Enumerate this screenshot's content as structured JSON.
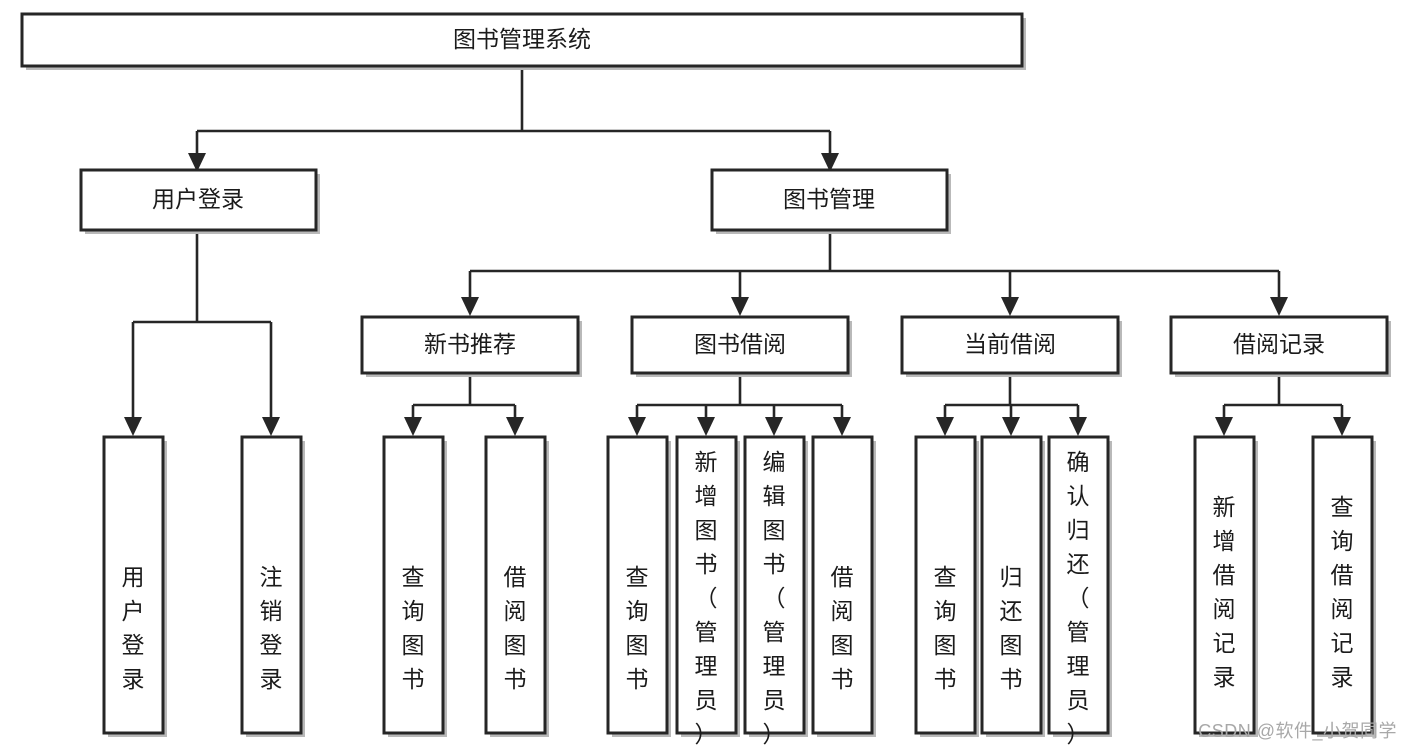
{
  "diagram": {
    "type": "tree-hierarchy",
    "title": "图书管理系统",
    "watermark": "CSDN @软件_小贺同学",
    "colors": {
      "stroke": "#262626",
      "fill": "#ffffff",
      "shadow": "#b9b9b9",
      "text": "#1b1b1b",
      "watermark": "#a8a8a8"
    },
    "nodes": {
      "root": {
        "label": "图书管理系统",
        "level": 0,
        "orientation": "horizontal"
      },
      "user_login": {
        "label": "用户登录",
        "level": 1,
        "orientation": "horizontal"
      },
      "book_manage": {
        "label": "图书管理",
        "level": 1,
        "orientation": "horizontal"
      },
      "new_book_rec": {
        "label": "新书推荐",
        "level": 2,
        "orientation": "horizontal"
      },
      "book_borrow": {
        "label": "图书借阅",
        "level": 2,
        "orientation": "horizontal"
      },
      "current_borrow": {
        "label": "当前借阅",
        "level": 2,
        "orientation": "horizontal"
      },
      "borrow_record": {
        "label": "借阅记录",
        "level": 2,
        "orientation": "horizontal"
      },
      "leaf_user_login": {
        "label": "用户登录",
        "level": 3,
        "orientation": "vertical"
      },
      "leaf_logout": {
        "label": "注销登录",
        "level": 3,
        "orientation": "vertical"
      },
      "leaf_query_book_1": {
        "label": "查询图书",
        "level": 3,
        "orientation": "vertical"
      },
      "leaf_borrow_book_1": {
        "label": "借阅图书",
        "level": 3,
        "orientation": "vertical"
      },
      "leaf_query_book_2": {
        "label": "查询图书",
        "level": 3,
        "orientation": "vertical"
      },
      "leaf_add_book": {
        "label": "新增图书（管理员）",
        "level": 3,
        "orientation": "vertical"
      },
      "leaf_edit_book": {
        "label": "编辑图书（管理员）",
        "level": 3,
        "orientation": "vertical"
      },
      "leaf_borrow_book_2": {
        "label": "借阅图书",
        "level": 3,
        "orientation": "vertical"
      },
      "leaf_query_book_3": {
        "label": "查询图书",
        "level": 3,
        "orientation": "vertical"
      },
      "leaf_return_book": {
        "label": "归还图书",
        "level": 3,
        "orientation": "vertical"
      },
      "leaf_confirm_return": {
        "label": "确认归还（管理员）",
        "level": 3,
        "orientation": "vertical"
      },
      "leaf_add_record": {
        "label": "新增借阅记录",
        "level": 3,
        "orientation": "vertical"
      },
      "leaf_query_record": {
        "label": "查询借阅记录",
        "level": 3,
        "orientation": "vertical"
      }
    },
    "edges": [
      {
        "from": "root",
        "to": "user_login"
      },
      {
        "from": "root",
        "to": "book_manage"
      },
      {
        "from": "user_login",
        "to": "leaf_user_login"
      },
      {
        "from": "user_login",
        "to": "leaf_logout"
      },
      {
        "from": "book_manage",
        "to": "new_book_rec"
      },
      {
        "from": "book_manage",
        "to": "book_borrow"
      },
      {
        "from": "book_manage",
        "to": "current_borrow"
      },
      {
        "from": "book_manage",
        "to": "borrow_record"
      },
      {
        "from": "new_book_rec",
        "to": "leaf_query_book_1"
      },
      {
        "from": "new_book_rec",
        "to": "leaf_borrow_book_1"
      },
      {
        "from": "book_borrow",
        "to": "leaf_query_book_2"
      },
      {
        "from": "book_borrow",
        "to": "leaf_add_book"
      },
      {
        "from": "book_borrow",
        "to": "leaf_edit_book"
      },
      {
        "from": "book_borrow",
        "to": "leaf_borrow_book_2"
      },
      {
        "from": "current_borrow",
        "to": "leaf_query_book_3"
      },
      {
        "from": "current_borrow",
        "to": "leaf_return_book"
      },
      {
        "from": "current_borrow",
        "to": "leaf_confirm_return"
      },
      {
        "from": "borrow_record",
        "to": "leaf_add_record"
      },
      {
        "from": "borrow_record",
        "to": "leaf_query_record"
      }
    ]
  }
}
